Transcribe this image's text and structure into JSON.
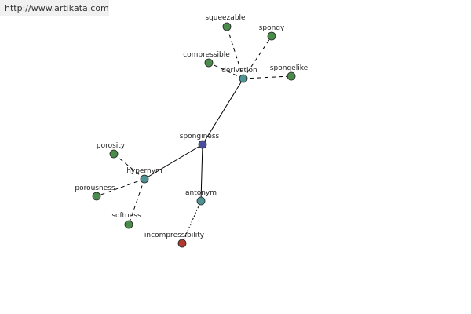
{
  "site": {
    "url_text": "http://www.artikata.com"
  },
  "graph": {
    "colors": {
      "root": "#4a4c9c",
      "relation": "#4f9293",
      "related": "#4b8b4b",
      "antonym": "#b03a2e",
      "edge": "#000000"
    },
    "nodes": [
      {
        "id": "sponginess",
        "label": "sponginess",
        "kind": "root"
      },
      {
        "id": "derivation",
        "label": "derivation",
        "kind": "relation"
      },
      {
        "id": "hypernym",
        "label": "hypernym",
        "kind": "relation"
      },
      {
        "id": "antonym",
        "label": "antonym",
        "kind": "relation"
      },
      {
        "id": "squeezable",
        "label": "squeezable",
        "kind": "related"
      },
      {
        "id": "spongy",
        "label": "spongy",
        "kind": "related"
      },
      {
        "id": "compressible",
        "label": "compressible",
        "kind": "related"
      },
      {
        "id": "spongelike",
        "label": "spongelike",
        "kind": "related"
      },
      {
        "id": "porosity",
        "label": "porosity",
        "kind": "related"
      },
      {
        "id": "porousness",
        "label": "porousness",
        "kind": "related"
      },
      {
        "id": "softness",
        "label": "softness",
        "kind": "related"
      },
      {
        "id": "incompressibility",
        "label": "incompressibility",
        "kind": "antonym"
      }
    ],
    "edges": [
      {
        "from": "sponginess",
        "to": "derivation",
        "style": "solid"
      },
      {
        "from": "sponginess",
        "to": "hypernym",
        "style": "solid"
      },
      {
        "from": "sponginess",
        "to": "antonym",
        "style": "solid"
      },
      {
        "from": "derivation",
        "to": "squeezable",
        "style": "dashed"
      },
      {
        "from": "derivation",
        "to": "spongy",
        "style": "dashed"
      },
      {
        "from": "derivation",
        "to": "compressible",
        "style": "dashed"
      },
      {
        "from": "derivation",
        "to": "spongelike",
        "style": "dashed"
      },
      {
        "from": "hypernym",
        "to": "porosity",
        "style": "dashed"
      },
      {
        "from": "hypernym",
        "to": "porousness",
        "style": "dashed"
      },
      {
        "from": "hypernym",
        "to": "softness",
        "style": "dashed"
      },
      {
        "from": "antonym",
        "to": "incompressibility",
        "style": "dotted"
      }
    ]
  }
}
